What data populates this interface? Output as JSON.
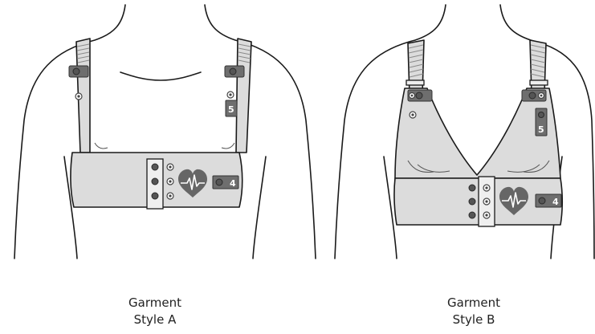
{
  "garments": [
    {
      "caption_line1": "Garment",
      "caption_line2": "Style A",
      "sensor_label_band": "4",
      "sensor_label_strap": "5"
    },
    {
      "caption_line1": "Garment",
      "caption_line2": "Style B",
      "sensor_label_band": "4",
      "sensor_label_strap": "5"
    }
  ],
  "colors": {
    "fabric": "#dcdcdc",
    "outline": "#1a1a1a",
    "sensor": "#6e6e6e",
    "heart": "#666666"
  },
  "icons": [
    "heart-ecg-icon",
    "snap-button-icon",
    "sensor-tag-icon"
  ]
}
